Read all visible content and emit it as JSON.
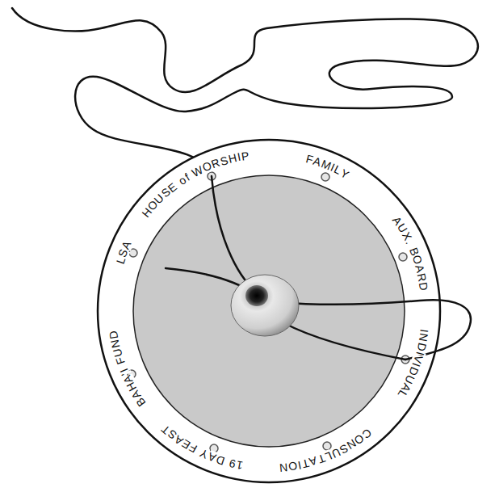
{
  "diagram": {
    "labels": [
      "HOUSE of WORSHIP",
      "FAMILY",
      "AUX. BOARD",
      "INDIVIDUAL",
      "CONSULTATION",
      "19 DAY FEAST",
      "BAHA'I FUND",
      "LSA"
    ]
  }
}
